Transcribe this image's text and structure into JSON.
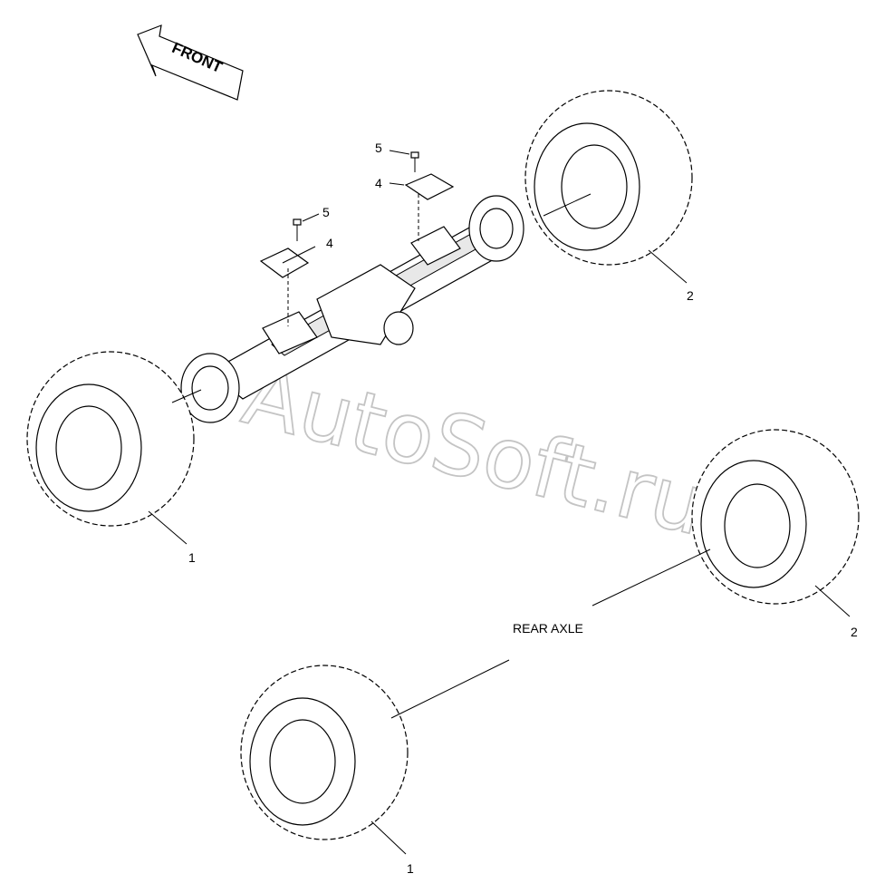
{
  "diagram": {
    "front_arrow_label": "FRONT",
    "section_label": "REAR AXLE",
    "watermark": "AutoSoft.ru",
    "callouts": {
      "wheel_front_left": "1",
      "wheel_front_right": "2",
      "wheel_rear_left": "1",
      "wheel_rear_right": "2",
      "pad_left": "4",
      "pad_right": "4",
      "bolt_left": "5",
      "bolt_right": "5"
    }
  }
}
